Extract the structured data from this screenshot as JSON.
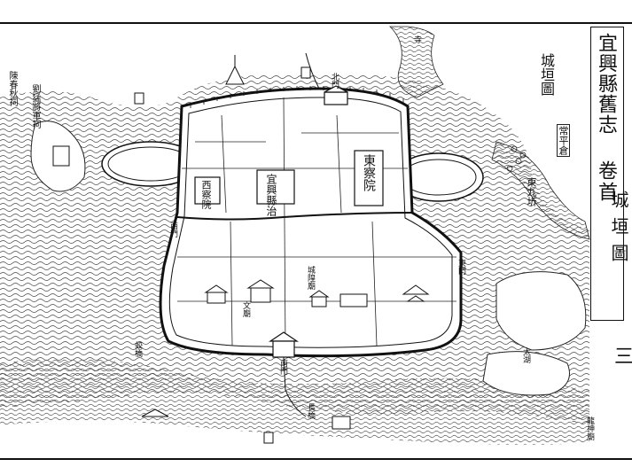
{
  "page": {
    "book_title": "宜興縣舊志",
    "volume": "卷首",
    "map_title": "城垣圖",
    "page_number": "三"
  },
  "labels": {
    "yamen": "宜興縣治",
    "east_court": "東察院",
    "west_court": "西察院",
    "left_title": "城垣圖",
    "changping": "常平倉",
    "dongjiu": "東九圻",
    "taiping_lake": "太湖",
    "nanmen": "南門",
    "beimen": "北門",
    "ximen": "西門",
    "dongmen": "東門",
    "wenmiao": "文廟",
    "chenghuang": "城隍廟",
    "temple_left": "陳春秋祠",
    "guardian": "劉猛將軍祠",
    "south_bridge": "長橋",
    "upper_right": "寺",
    "left_bank": "蛟橋",
    "bottom_right": "龍神廟"
  },
  "colors": {
    "ink": "#111111",
    "paper": "#ffffff",
    "water_hatch": "#333333"
  }
}
